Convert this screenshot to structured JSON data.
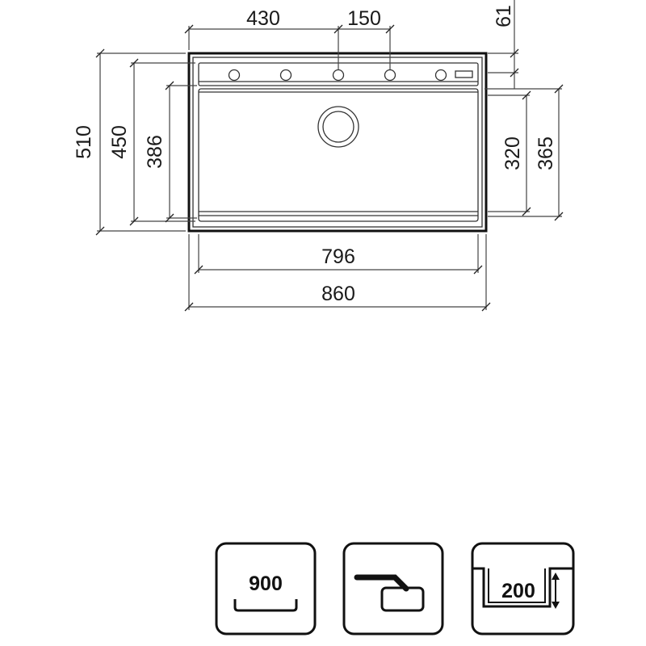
{
  "dimensions": {
    "top_left_width": "430",
    "top_spacing": "150",
    "top_right_offset": "61",
    "left_outer_height": "510",
    "left_mid_height": "450",
    "left_inner_height": "386",
    "right_inner_height": "320",
    "right_outer_height": "365",
    "inner_width": "796",
    "outer_width": "860"
  },
  "badges": {
    "cabinet_width": "900",
    "drain_icon": "drain-pipe-icon",
    "depth": "200"
  },
  "colors": {
    "line": "#1a1a1a",
    "background": "#ffffff"
  }
}
